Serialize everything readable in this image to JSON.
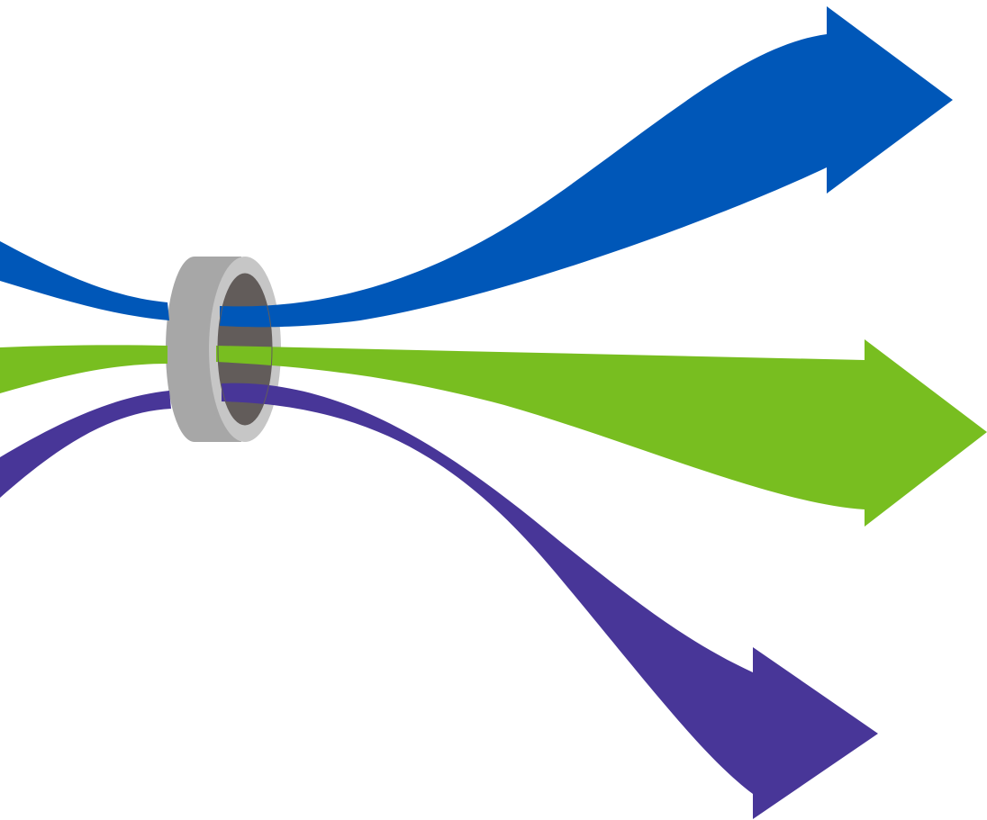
{
  "diagram": {
    "type": "funnel-split-arrows",
    "background": "#ffffff",
    "arrows": [
      {
        "name": "blue",
        "color": "#0057B8",
        "direction": "up-right"
      },
      {
        "name": "green",
        "color": "#78BE20",
        "direction": "right"
      },
      {
        "name": "purple",
        "color": "#483698",
        "direction": "down-right"
      }
    ],
    "ring": {
      "outer_color": "#A7A7A7",
      "face_color": "#C6C6C6",
      "hole_color": "#625C5A"
    }
  }
}
